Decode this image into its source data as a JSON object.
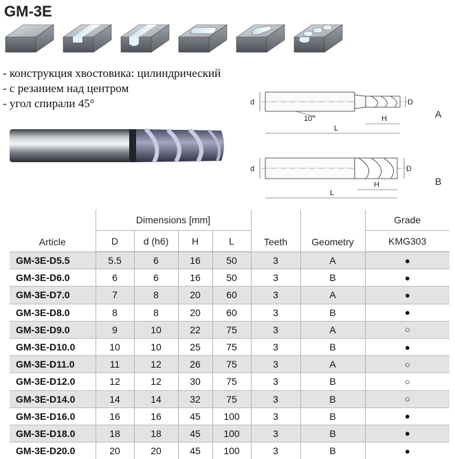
{
  "title": "GM-3E",
  "features": [
    "- конструкция хвостовика: цилиндрический",
    "- с резанием над центром",
    "- угол спирали 45°"
  ],
  "drawing": {
    "label_a": "A",
    "label_b": "B",
    "dim_d_small": "d",
    "dim_D": "D",
    "dim_H": "H",
    "dim_L": "L",
    "angle": "10°"
  },
  "table": {
    "header": {
      "article": "Article",
      "dimensions": "Dimensions [mm]",
      "D": "D",
      "d": "d (h6)",
      "H": "H",
      "L": "L",
      "teeth": "Teeth",
      "geometry": "Geometry",
      "grade": "Grade",
      "grade_code": "KMG303"
    },
    "rows": [
      {
        "article": "GM-3E-D5.5",
        "D": "5.5",
        "d": "6",
        "H": "16",
        "L": "50",
        "teeth": "3",
        "geometry": "A",
        "grade": "●"
      },
      {
        "article": "GM-3E-D6.0",
        "D": "6",
        "d": "6",
        "H": "16",
        "L": "50",
        "teeth": "3",
        "geometry": "B",
        "grade": "●"
      },
      {
        "article": "GM-3E-D7.0",
        "D": "7",
        "d": "8",
        "H": "20",
        "L": "60",
        "teeth": "3",
        "geometry": "A",
        "grade": "●"
      },
      {
        "article": "GM-3E-D8.0",
        "D": "8",
        "d": "8",
        "H": "20",
        "L": "60",
        "teeth": "3",
        "geometry": "B",
        "grade": "●"
      },
      {
        "article": "GM-3E-D9.0",
        "D": "9",
        "d": "10",
        "H": "22",
        "L": "75",
        "teeth": "3",
        "geometry": "A",
        "grade": "○"
      },
      {
        "article": "GM-3E-D10.0",
        "D": "10",
        "d": "10",
        "H": "25",
        "L": "75",
        "teeth": "3",
        "geometry": "B",
        "grade": "●"
      },
      {
        "article": "GM-3E-D11.0",
        "D": "11",
        "d": "12",
        "H": "26",
        "L": "75",
        "teeth": "3",
        "geometry": "A",
        "grade": "○"
      },
      {
        "article": "GM-3E-D12.0",
        "D": "12",
        "d": "12",
        "H": "30",
        "L": "75",
        "teeth": "3",
        "geometry": "B",
        "grade": "○"
      },
      {
        "article": "GM-3E-D14.0",
        "D": "14",
        "d": "14",
        "H": "32",
        "L": "75",
        "teeth": "3",
        "geometry": "B",
        "grade": "○"
      },
      {
        "article": "GM-3E-D16.0",
        "D": "16",
        "d": "16",
        "H": "45",
        "L": "100",
        "teeth": "3",
        "geometry": "B",
        "grade": "●"
      },
      {
        "article": "GM-3E-D18.0",
        "D": "18",
        "d": "18",
        "H": "45",
        "L": "100",
        "teeth": "3",
        "geometry": "B",
        "grade": "●"
      },
      {
        "article": "GM-3E-D20.0",
        "D": "20",
        "d": "20",
        "H": "45",
        "L": "100",
        "teeth": "3",
        "geometry": "B",
        "grade": "●"
      }
    ]
  }
}
